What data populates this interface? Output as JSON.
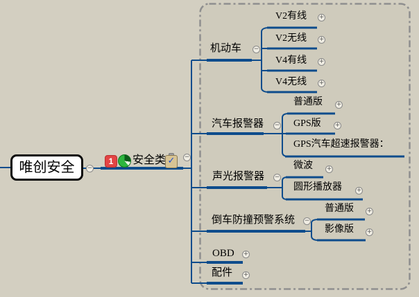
{
  "app": {
    "type": "mind-map-canvas",
    "background_color": "#d3cfc1",
    "branch_color": "#0e4c8c",
    "boundary_color": "#8f8f8f",
    "root_node_fill": "#ffffff",
    "root_node_border": "#0a0a0a",
    "priority_badge_color": "#e34444",
    "progress_icon_color": "#2db63e"
  },
  "controls": {
    "collapse": "−",
    "expand": "+"
  },
  "root": {
    "label": "唯创安全"
  },
  "main_topic": {
    "label": "安全类",
    "priority_badge": "1",
    "icons": [
      "task-progress-icon",
      "notes-icon"
    ],
    "notes_icon_glyph": "✓"
  },
  "topics": [
    {
      "label": "机动车",
      "children": [
        {
          "label": "V2有线"
        },
        {
          "label": "V2无线"
        },
        {
          "label": "V4有线"
        },
        {
          "label": "V4无线"
        }
      ]
    },
    {
      "label": "汽车报警器",
      "children": [
        {
          "label": "普通版"
        },
        {
          "label": "GPS版"
        },
        {
          "label": "GPS汽车超速报警器："
        }
      ]
    },
    {
      "label": "声光报警器",
      "children": [
        {
          "label": "微波"
        },
        {
          "label": "圆形播放器"
        }
      ]
    },
    {
      "label": "倒车防撞预警系统",
      "children": [
        {
          "label": "普通版"
        },
        {
          "label": "影像版"
        }
      ]
    },
    {
      "label": "OBD",
      "children": []
    },
    {
      "label": "配件",
      "children": []
    }
  ]
}
